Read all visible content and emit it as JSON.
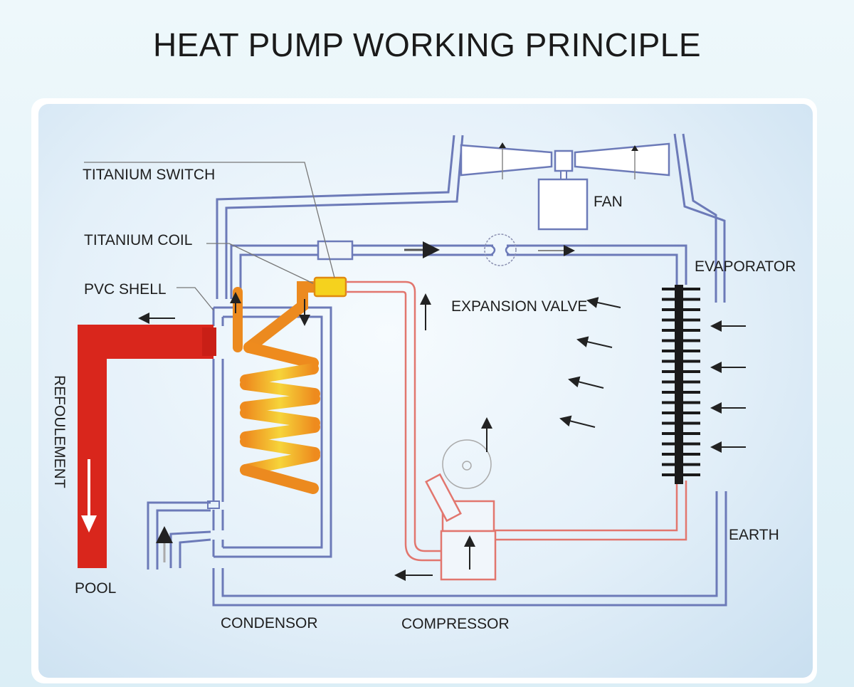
{
  "title": "HEAT PUMP WORKING PRINCIPLE",
  "labels": {
    "titanium_switch": "TITANIUM SWITCH",
    "titanium_coil": "TITANIUM COIL",
    "pvc_shell": "PVC SHELL",
    "fan": "FAN",
    "evaporator": "EVAPORATOR",
    "expansion_valve": "EXPANSION VALVE",
    "earth": "EARTH",
    "refoulement": "REFOULEMENT",
    "pool": "POOL",
    "condensor": "CONDENSOR",
    "compressor": "COMPRESSOR"
  },
  "colors": {
    "pipe_blue": "#6c7ab8",
    "pipe_red": "#e2766e",
    "hot_water": "#d9261c",
    "coil_orange": "#ec8a1f",
    "coil_yellow": "#f3c72d",
    "switch_yellow": "#f5d21e"
  }
}
